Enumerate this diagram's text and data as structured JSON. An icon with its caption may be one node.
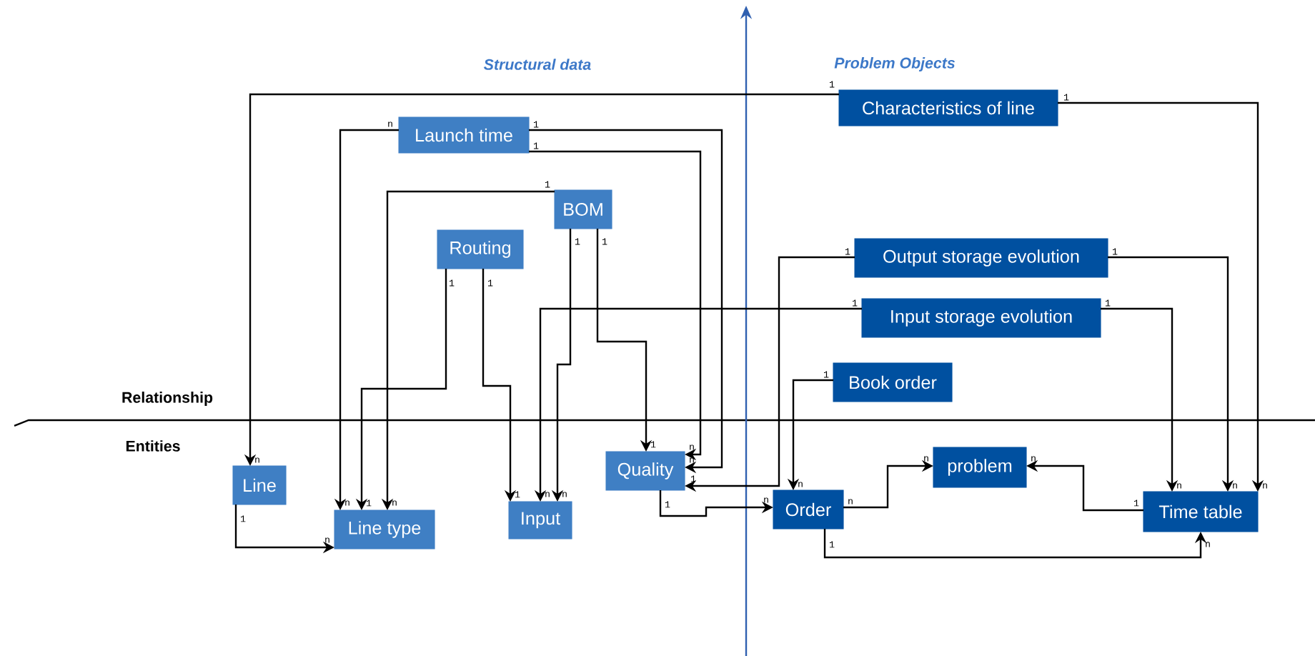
{
  "diagram": {
    "nodes": [
      {
        "text": [
          "Characteristics of line"
        ]
      },
      {
        "text": [
          "Launch time"
        ]
      },
      {
        "text": [
          "BOM"
        ]
      },
      {
        "text": [
          "Routing"
        ]
      },
      {
        "text": [
          "Output storage evolution"
        ]
      },
      {
        "text": [
          "Input storage evolution"
        ]
      },
      {
        "text": [
          "Book order"
        ]
      },
      {
        "text": [
          "Line"
        ]
      },
      {
        "text": [
          "Line type"
        ]
      },
      {
        "text": [
          "Input"
        ]
      },
      {
        "text": [
          "Quality"
        ]
      },
      {
        "text": [
          "Order"
        ]
      },
      {
        "text": [
          "problem"
        ]
      },
      {
        "text": [
          "Time table"
        ]
      }
    ],
    "edges": [
      {
        "from": 0,
        "to": 7,
        "arrow": "to"
      },
      {
        "from": 0,
        "to": 13,
        "arrow": "to"
      },
      {
        "from": 1,
        "to": 8,
        "arrow": "to"
      },
      {
        "from": 1,
        "to": 10,
        "arrow": "to"
      },
      {
        "from": 1,
        "to": 10,
        "arrow": "to"
      },
      {
        "from": 2,
        "to": 8,
        "arrow": "to"
      },
      {
        "from": 2,
        "to": 9,
        "arrow": "to"
      },
      {
        "from": 2,
        "to": 10,
        "arrow": "to"
      },
      {
        "from": 3,
        "to": 8,
        "arrow": "to"
      },
      {
        "from": 3,
        "to": 9,
        "arrow": "to"
      },
      {
        "from": 4,
        "to": 10,
        "arrow": "to"
      },
      {
        "from": 4,
        "to": 13,
        "arrow": "to"
      },
      {
        "from": 5,
        "to": 9,
        "arrow": "to"
      },
      {
        "from": 5,
        "to": 13,
        "arrow": "to"
      },
      {
        "from": 6,
        "to": 11,
        "arrow": "to"
      },
      {
        "from": 7,
        "to": 8,
        "arrow": "to"
      },
      {
        "from": 10,
        "to": 11,
        "arrow": "to"
      },
      {
        "from": 11,
        "to": 12,
        "arrow": "to"
      },
      {
        "from": 13,
        "to": 12,
        "arrow": "to"
      },
      {
        "from": 11,
        "to": 13,
        "arrow": "to"
      }
    ],
    "labels": [
      "Structural data",
      "Problem Objects",
      "Relationship",
      "Entities",
      "1",
      "n",
      "1",
      "n",
      "n",
      "n",
      "1",
      "n",
      "1",
      "n",
      "1",
      "n",
      "1",
      "n",
      "1",
      "1",
      "1",
      "1",
      "1",
      "1",
      "1",
      "1",
      "1",
      "n",
      "1",
      "n",
      "1",
      "n",
      "1",
      "n",
      "1",
      "n",
      "1",
      "n",
      "n",
      "n",
      "1",
      "n",
      "1",
      "n"
    ]
  }
}
